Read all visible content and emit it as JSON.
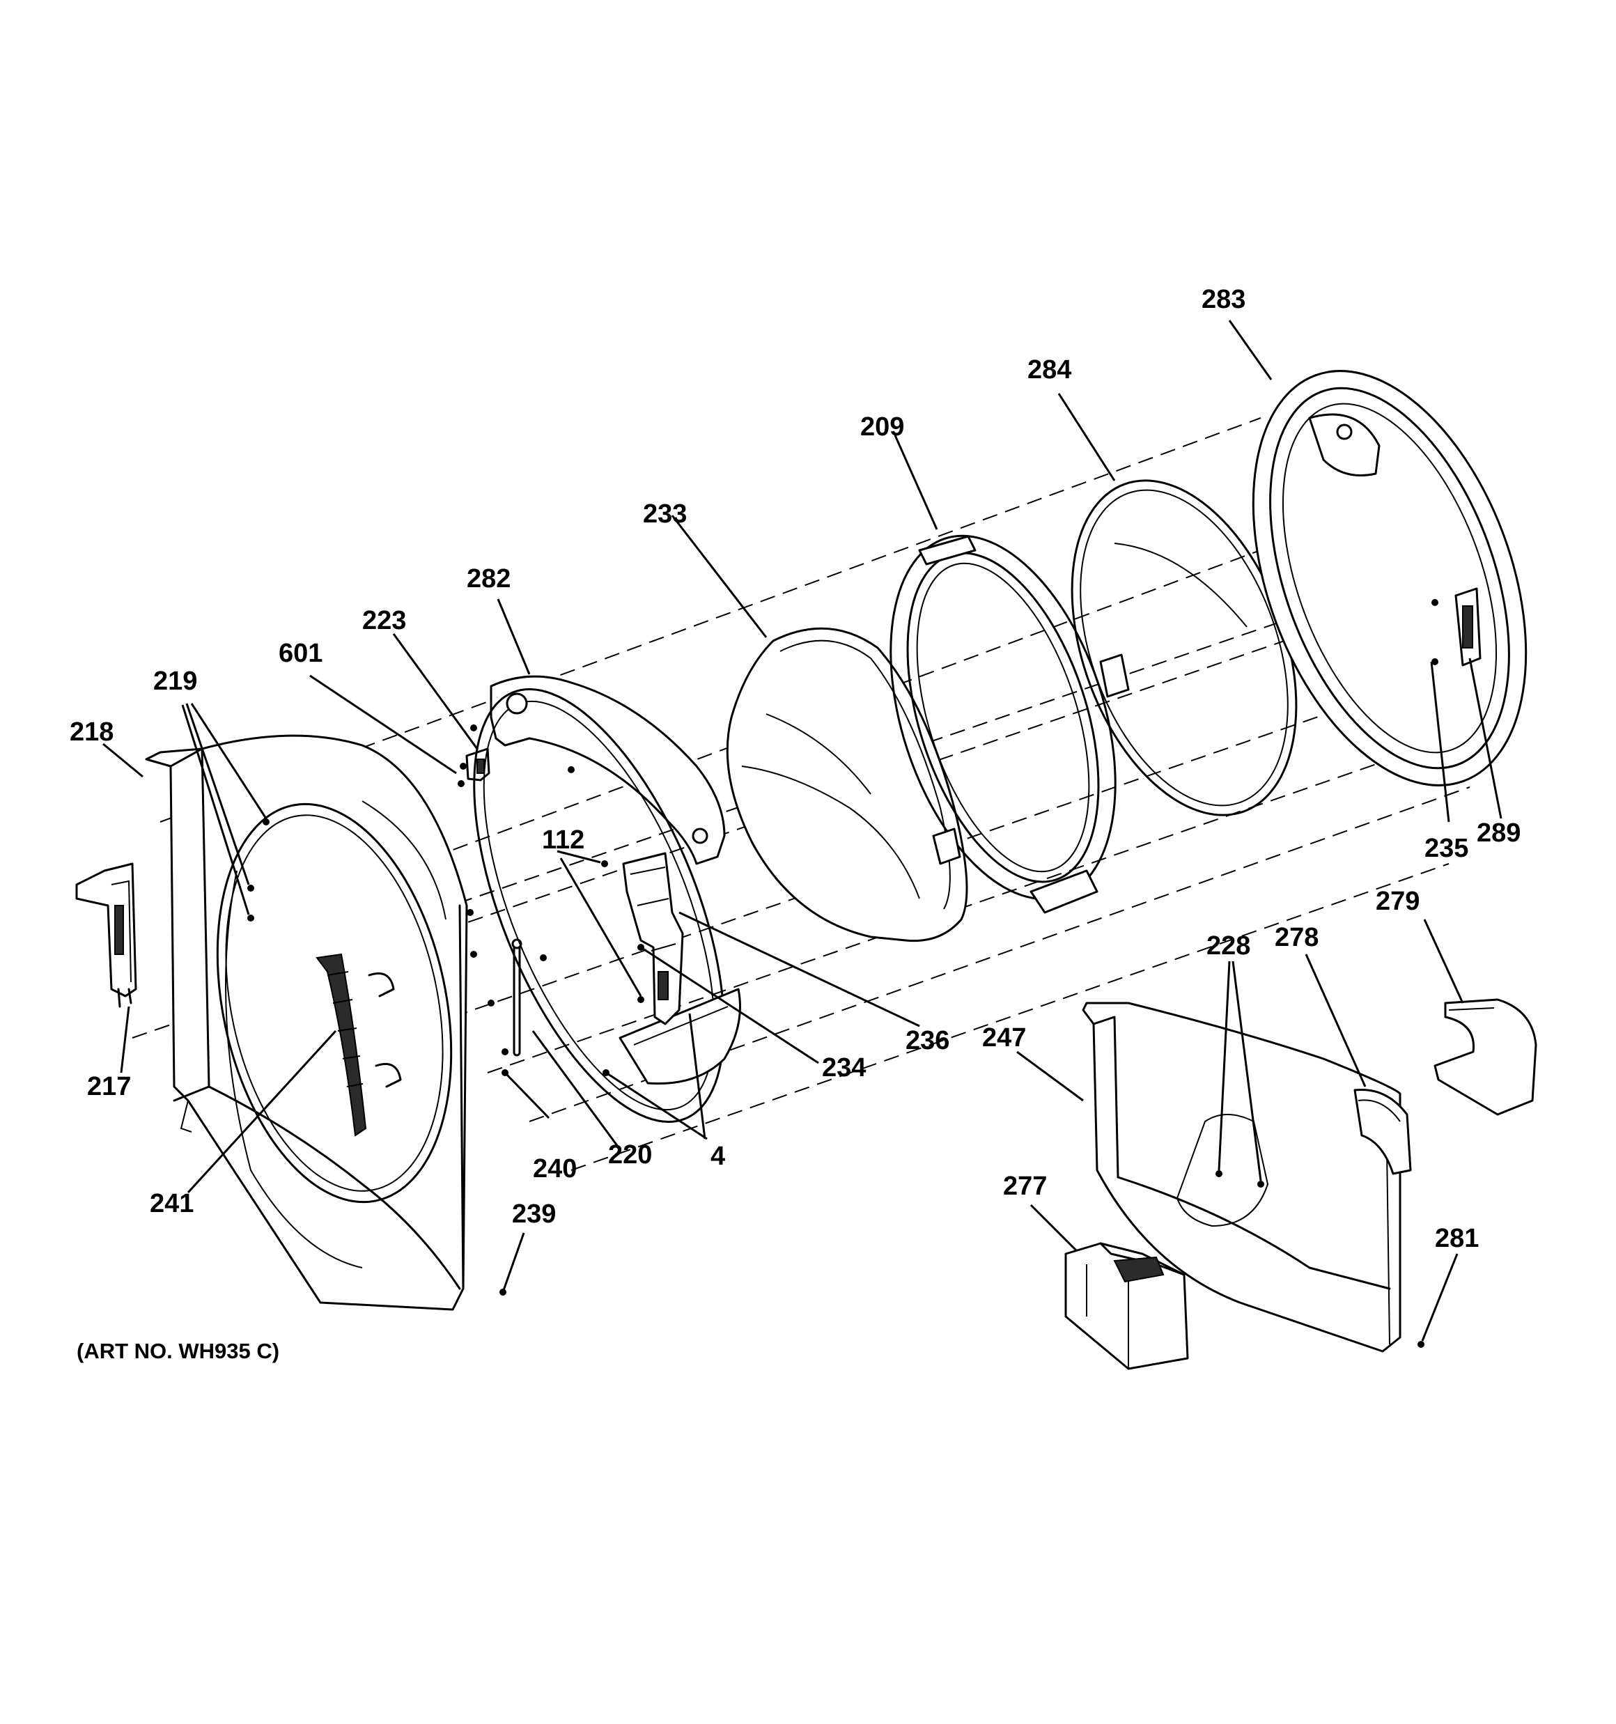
{
  "callouts": {
    "c4": "4",
    "c112": "112",
    "c209": "209",
    "c217": "217",
    "c218": "218",
    "c219": "219",
    "c220": "220",
    "c223": "223",
    "c228": "228",
    "c233": "233",
    "c234": "234",
    "c235": "235",
    "c236": "236",
    "c239": "239",
    "c240": "240",
    "c241": "241",
    "c247": "247",
    "c277": "277",
    "c278": "278",
    "c279": "279",
    "c281": "281",
    "c282": "282",
    "c283": "283",
    "c284": "284",
    "c289": "289",
    "c601": "601"
  },
  "art_number": "(ART NO. WH935 C)"
}
